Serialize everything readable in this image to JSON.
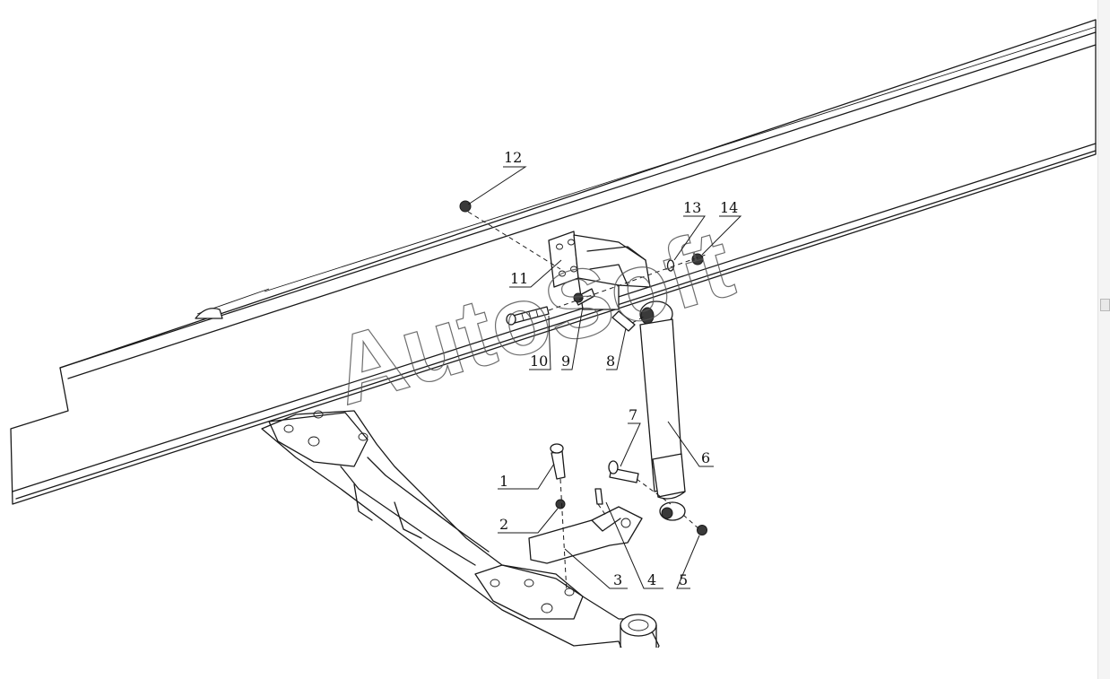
{
  "watermark": "AutoSoft",
  "callouts": [
    "1",
    "2",
    "3",
    "4",
    "5",
    "6",
    "7",
    "8",
    "9",
    "10",
    "11",
    "12",
    "13",
    "14"
  ]
}
